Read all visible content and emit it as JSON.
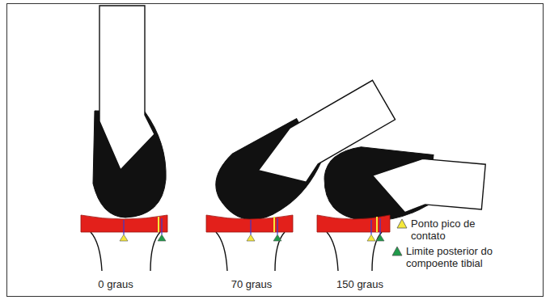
{
  "diagram": {
    "labels": [
      "0 graus",
      "70 graus",
      "150 graus"
    ],
    "legend": [
      {
        "text": "Ponto pico de contato",
        "color": "#f5e83a"
      },
      {
        "text": "Limite posterior do compoente tibial",
        "color": "#1f9a4a"
      }
    ]
  }
}
